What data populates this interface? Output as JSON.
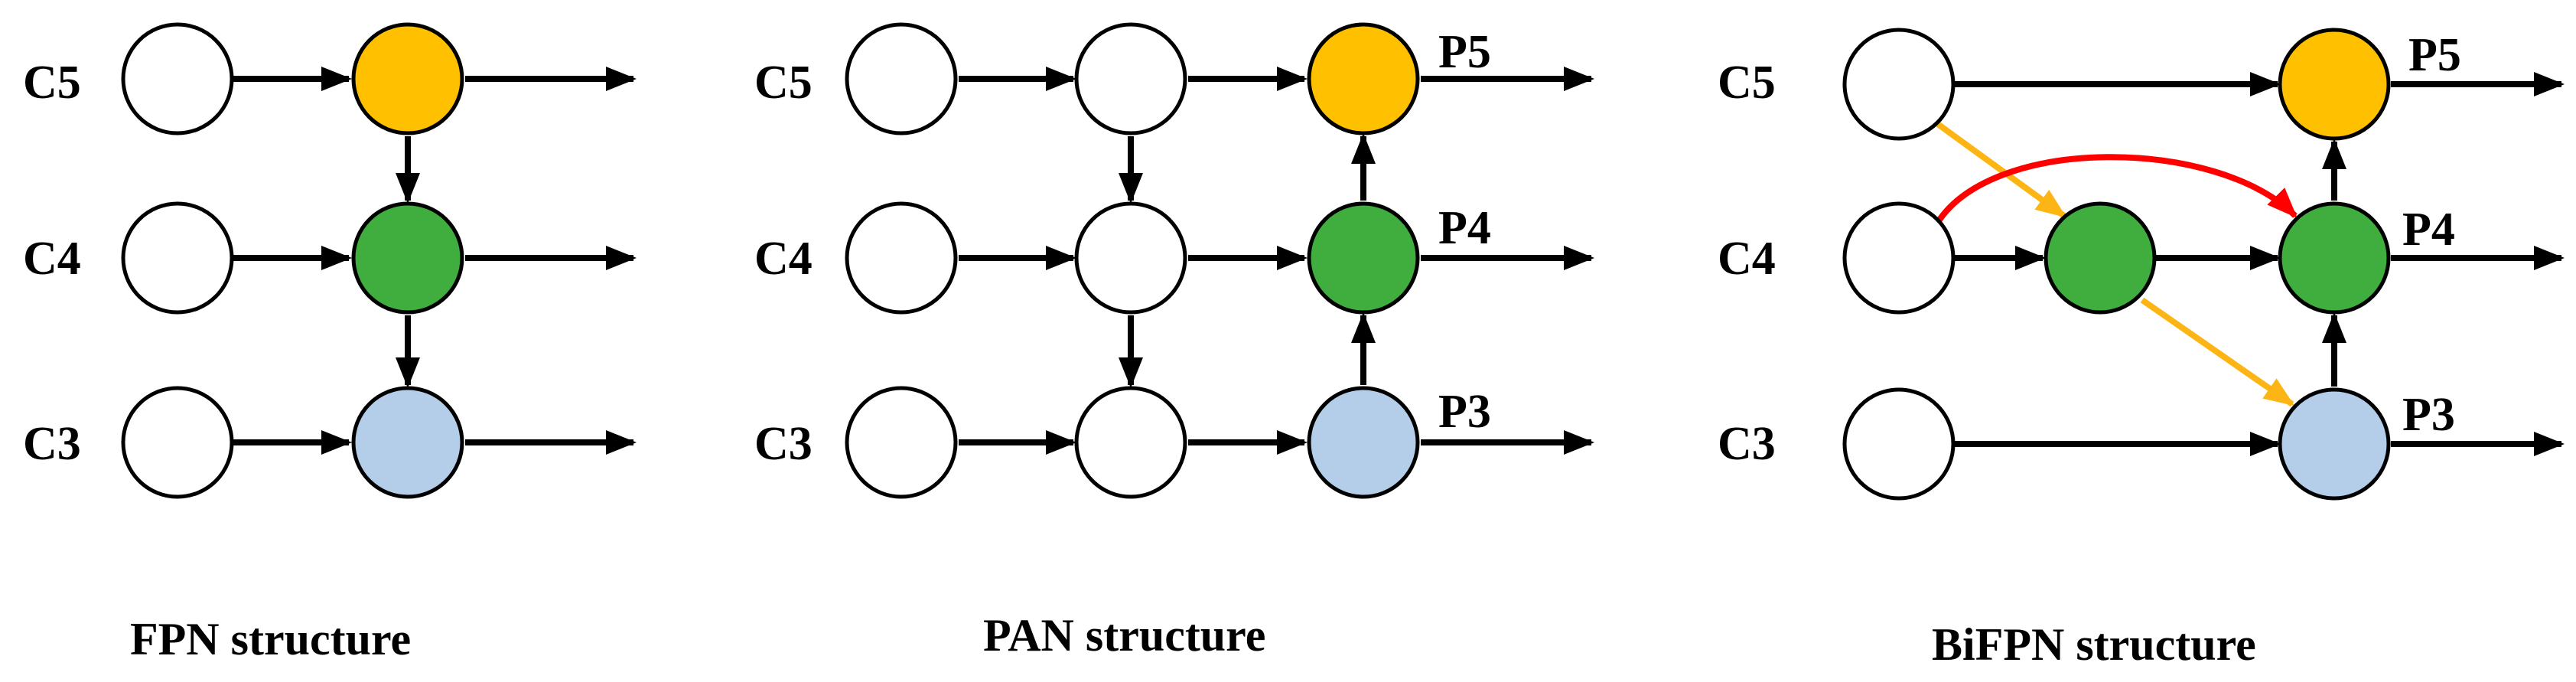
{
  "colors": {
    "white": "#ffffff",
    "orange": "#ffc000",
    "green": "#3fae3f",
    "light_blue": "#b4cde8",
    "black": "#000000",
    "yellow_edge": "#fdb515",
    "red_edge": "#ff0000"
  },
  "panels": [
    {
      "id": "fpn",
      "caption": "FPN structure",
      "level_labels": [
        "C5",
        "C4",
        "C3"
      ],
      "output_labels": []
    },
    {
      "id": "pan",
      "caption": "PAN structure",
      "level_labels": [
        "C5",
        "C4",
        "C3"
      ],
      "output_labels": [
        "P5",
        "P4",
        "P3"
      ]
    },
    {
      "id": "bifpn",
      "caption": "BiFPN structure",
      "level_labels": [
        "C5",
        "C4",
        "C3"
      ],
      "output_labels": [
        "P5",
        "P4",
        "P3"
      ]
    }
  ]
}
